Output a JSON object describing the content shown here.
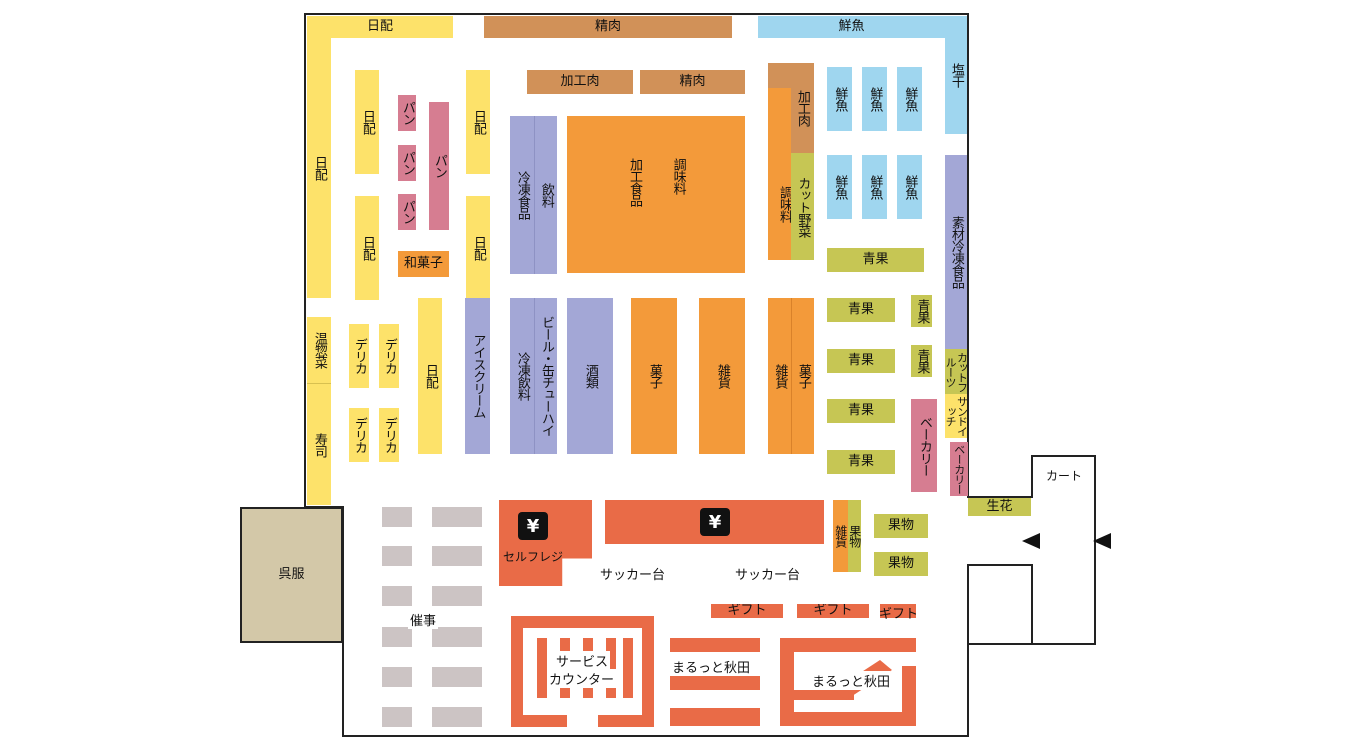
{
  "labels": {
    "nichihai": "日配",
    "seiniku": "精肉",
    "sengyo": "鮮魚",
    "shiohoshi": "塩干",
    "kakoniku": "加工肉",
    "pan": "パン",
    "wagashi": "和菓子",
    "reito_shokuhin": "冷凍食品",
    "inryo": "飲料",
    "kako_shokuhin": "加工食品",
    "chomiryo": "調味料",
    "cut_yasai": "カット野菜",
    "seika": "青果",
    "sozai_reito": "素材冷凍食品",
    "cut_fruit": "カットフルーツ",
    "sandwich": "サンドイッチ",
    "bakery": "ベーカリー",
    "onsozai": "温惣菜",
    "sushi": "寿司",
    "delica": "デリカ",
    "ice": "アイスクリーム",
    "reito_inryo": "冷凍飲料",
    "beer": "ビール・缶チューハイ",
    "sake": "酒類",
    "kashi": "菓子",
    "zakka": "雑貨",
    "cart": "カート",
    "seika_flower": "生花",
    "gofuku": "呉服",
    "self_register": "セルフレジ",
    "sacker": "サッカー台",
    "kudamono": "果物",
    "gift": "ギフト",
    "event": "催事",
    "service_line1": "サービス",
    "service_line2": "カウンター",
    "marutto": "まるっと秋田",
    "yen": "¥"
  },
  "colors": {
    "daily": "#fde26a",
    "bread": "#d67d91",
    "meat": "#d19158",
    "grocery": "#f39a3a",
    "frozen": "#a3a7d6",
    "fish": "#9fd6ef",
    "produce": "#c6c654",
    "event": "#ccc4c4",
    "checkout": "#e96b47",
    "kimono": "#d3c8a8"
  }
}
